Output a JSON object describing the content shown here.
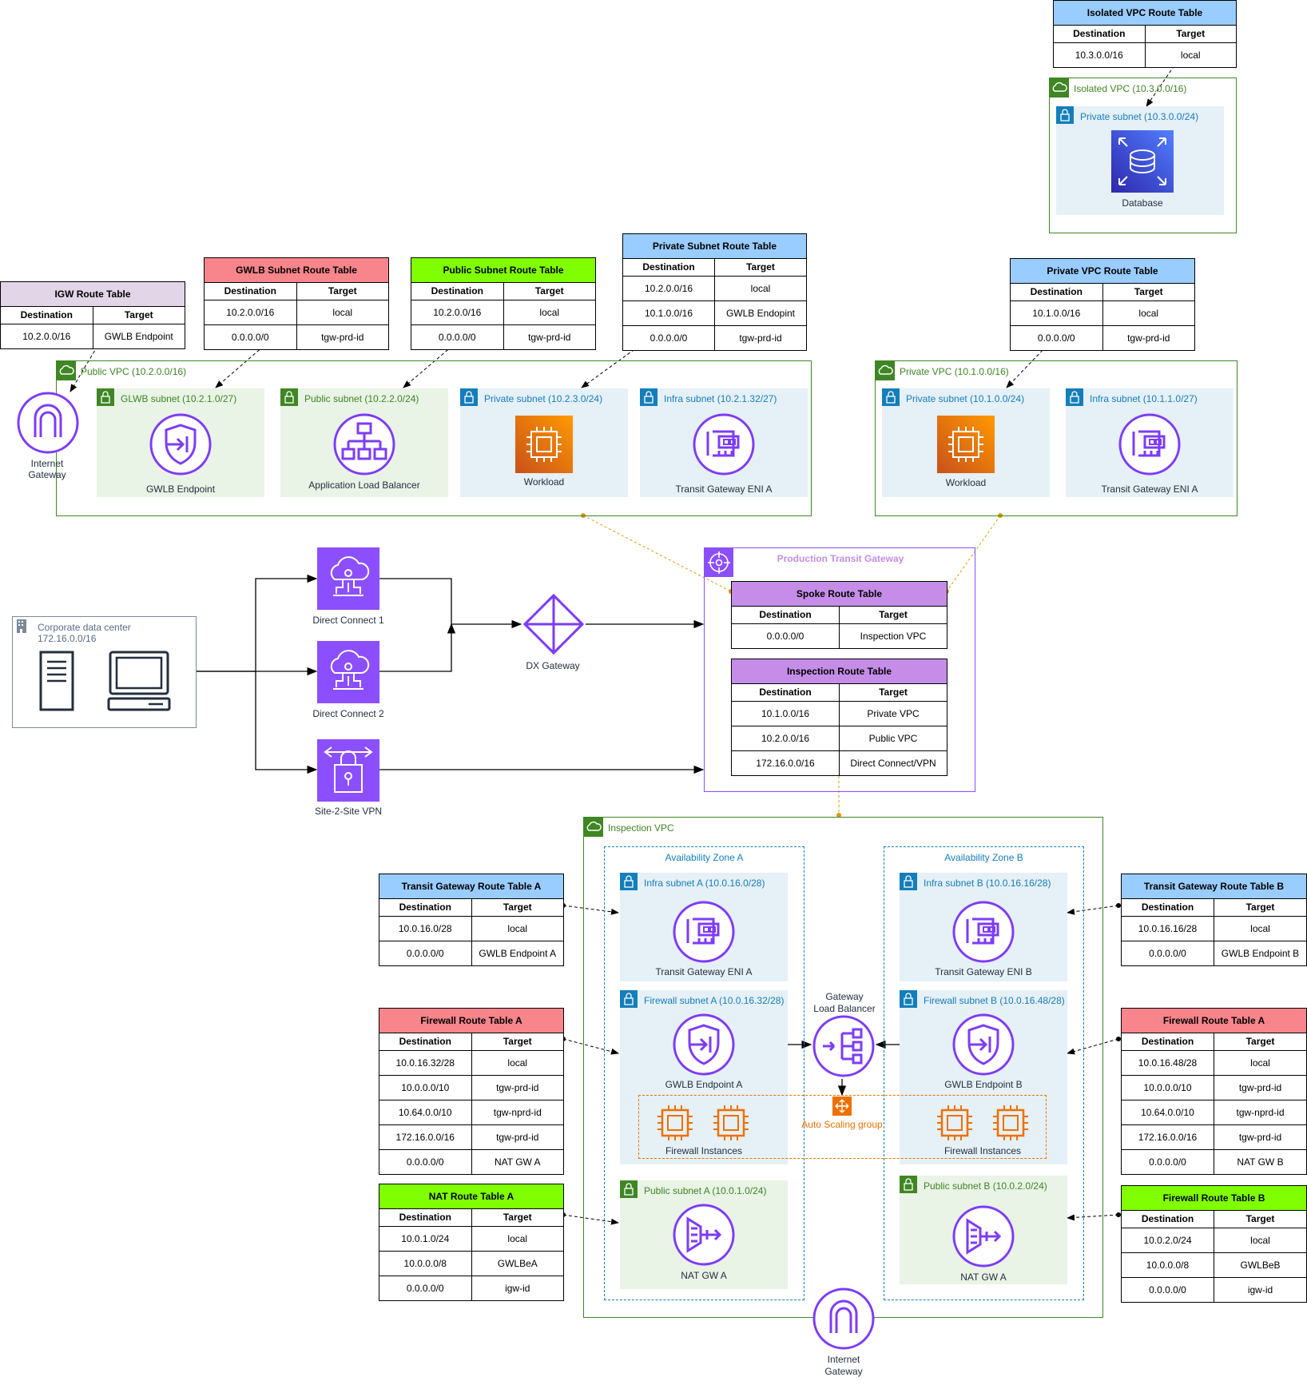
{
  "colors": {
    "vpc_green": "#3f8624",
    "subnet_blue": "#147eba",
    "aws_purple": "#7d3cf8",
    "tgw_purple": "#8c4fff",
    "compute_orange": "#ed7100",
    "igw_header": "#e1d5e7",
    "gwlb_header": "#f8858b",
    "public_header": "#80ff00",
    "private_header": "#99ccff",
    "spoke_header": "#c58de8",
    "tgw_link": "#d79b00"
  },
  "route_tables": {
    "isolated_vpc": {
      "title": "Isolated VPC Route Table",
      "headers": [
        "Destination",
        "Target"
      ],
      "rows": [
        [
          "10.3.0.0/16",
          "local"
        ]
      ]
    },
    "igw": {
      "title": "IGW Route Table",
      "headers": [
        "Destination",
        "Target"
      ],
      "rows": [
        [
          "10.2.0.0/16",
          "GWLB Endpoint"
        ]
      ]
    },
    "gwlb_subnet": {
      "title": "GWLB Subnet Route Table",
      "headers": [
        "Destination",
        "Target"
      ],
      "rows": [
        [
          "10.2.0.0/16",
          "local"
        ],
        [
          "0.0.0.0/0",
          "tgw-prd-id"
        ]
      ]
    },
    "public_subnet": {
      "title": "Public Subnet Route Table",
      "headers": [
        "Destination",
        "Target"
      ],
      "rows": [
        [
          "10.2.0.0/16",
          "local"
        ],
        [
          "0.0.0.0/0",
          "tgw-prd-id"
        ]
      ]
    },
    "private_subnet": {
      "title": "Private Subnet Route Table",
      "headers": [
        "Destination",
        "Target"
      ],
      "rows": [
        [
          "10.2.0.0/16",
          "local"
        ],
        [
          "10.1.0.0/16",
          "GWLB Endopint"
        ],
        [
          "0.0.0.0/0",
          "tgw-prd-id"
        ]
      ]
    },
    "private_vpc": {
      "title": "Private VPC Route Table",
      "headers": [
        "Destination",
        "Target"
      ],
      "rows": [
        [
          "10.1.0.0/16",
          "local"
        ],
        [
          "0.0.0.0/0",
          "tgw-prd-id"
        ]
      ]
    },
    "spoke": {
      "title": "Spoke Route Table",
      "headers": [
        "Destination",
        "Target"
      ],
      "rows": [
        [
          "0.0.0.0/0",
          "Inspection VPC"
        ]
      ]
    },
    "inspection": {
      "title": "Inspection Route Table",
      "headers": [
        "Destination",
        "Target"
      ],
      "rows": [
        [
          "10.1.0.0/16",
          "Private VPC"
        ],
        [
          "10.2.0.0/16",
          "Public VPC"
        ],
        [
          "172.16.0.0/16",
          "Direct Connect/VPN"
        ]
      ]
    },
    "tgw_a": {
      "title": "Transit Gateway Route Table A",
      "headers": [
        "Destination",
        "Target"
      ],
      "rows": [
        [
          "10.0.16.0/28",
          "local"
        ],
        [
          "0.0.0.0/0",
          "GWLB Endpoint A"
        ]
      ]
    },
    "tgw_b": {
      "title": "Transit Gateway Route Table B",
      "headers": [
        "Destination",
        "Target"
      ],
      "rows": [
        [
          "10.0.16.16/28",
          "local"
        ],
        [
          "0.0.0.0/0",
          "GWLB Endpoint B"
        ]
      ]
    },
    "firewall_a": {
      "title": "Firewall Route Table A",
      "headers": [
        "Destination",
        "Target"
      ],
      "rows": [
        [
          "10.0.16.32/28",
          "local"
        ],
        [
          "10.0.0.0/10",
          "tgw-prd-id"
        ],
        [
          "10.64.0.0/10",
          "tgw-nprd-id"
        ],
        [
          "172.16.0.0/16",
          "tgw-prd-id"
        ],
        [
          "0.0.0.0/0",
          "NAT GW A"
        ]
      ]
    },
    "firewall_b": {
      "title": "Firewall Route Table A",
      "headers": [
        "Destination",
        "Target"
      ],
      "rows": [
        [
          "10.0.16.48/28",
          "local"
        ],
        [
          "10.0.0.0/10",
          "tgw-prd-id"
        ],
        [
          "10.64.0.0/10",
          "tgw-nprd-id"
        ],
        [
          "172.16.0.0/16",
          "tgw-prd-id"
        ],
        [
          "0.0.0.0/0",
          "NAT GW B"
        ]
      ]
    },
    "nat_a": {
      "title": "NAT Route Table A",
      "headers": [
        "Destination",
        "Target"
      ],
      "rows": [
        [
          "10.0.1.0/24",
          "local"
        ],
        [
          "10.0.0.0/8",
          "GWLBeA"
        ],
        [
          "0.0.0.0/0",
          "igw-id"
        ]
      ]
    },
    "nat_b": {
      "title": "Firewall Route Table B",
      "headers": [
        "Destination",
        "Target"
      ],
      "rows": [
        [
          "10.0.2.0/24",
          "local"
        ],
        [
          "10.0.0.0/8",
          "GWLBeB"
        ],
        [
          "0.0.0.0/0",
          "igw-id"
        ]
      ]
    }
  },
  "isolated_vpc": {
    "label": "Isolated VPC (10.3.0.0/16)",
    "subnet": "Private subnet (10.3.0.0/24)",
    "resource": "Database"
  },
  "public_vpc": {
    "label": "Public VPC (10.2.0.0/16)",
    "igw": "Internet Gateway",
    "subnets": [
      {
        "label": "GLWB subnet (10.2.1.0/27)",
        "resource": "GWLB Endpoint",
        "icon": "gwlb-endpoint-icon"
      },
      {
        "label": "Public subnet (10.2.2.0/24)",
        "resource": "Application Load Balancer",
        "icon": "alb-icon"
      },
      {
        "label": "Private subnet (10.2.3.0/24)",
        "resource": "Workload",
        "icon": "ec2-icon"
      },
      {
        "label": "Infra subnet (10.2.1.32/27)",
        "resource": "Transit Gateway ENI A",
        "icon": "eni-icon"
      }
    ]
  },
  "private_vpc": {
    "label": "Private VPC (10.1.0.0/16)",
    "subnets": [
      {
        "label": "Private subnet (10.1.0.0/24)",
        "resource": "Workload",
        "icon": "ec2-icon"
      },
      {
        "label": "Infra subnet (10.1.1.0/27)",
        "resource": "Transit Gateway ENI A",
        "icon": "eni-icon"
      }
    ]
  },
  "corporate": {
    "label_line1": "Corporate data center",
    "label_line2": "172.16.0.0/16"
  },
  "connections": {
    "dx1": "Direct Connect 1",
    "dx2": "Direct Connect 2",
    "vpn": "Site-2-Site VPN",
    "dxgw": "DX Gateway"
  },
  "tgw": {
    "label": "Production Transit Gateway"
  },
  "inspection_vpc": {
    "label": "Inspection VPC",
    "az_a": "Availability Zone A",
    "az_b": "Availability Zone B",
    "infra_a": "Infra subnet A (10.0.16.0/28)",
    "infra_b": "Infra subnet B (10.0.16.16/28)",
    "eni_a": "Transit Gateway ENI A",
    "eni_b": "Transit Gateway ENI B",
    "fw_a": "Firewall subnet A (10.0.16.32/28)",
    "fw_b": "Firewall subnet B (10.0.16.48/28)",
    "gwlbe_a": "GWLB Endpoint A",
    "gwlbe_b": "GWLB Endpoint B",
    "gwlb_line1": "Gateway",
    "gwlb_line2": "Load Balancer",
    "asg": "Auto Scaling group",
    "fw_instances": "Firewall Instances",
    "pub_a": "Public subnet A (10.0.1.0/24)",
    "pub_b": "Public subnet B (10.0.2.0/24)",
    "nat_a": "NAT GW A",
    "nat_b": "NAT GW A",
    "igw_line1": "Internet",
    "igw_line2": "Gateway"
  }
}
